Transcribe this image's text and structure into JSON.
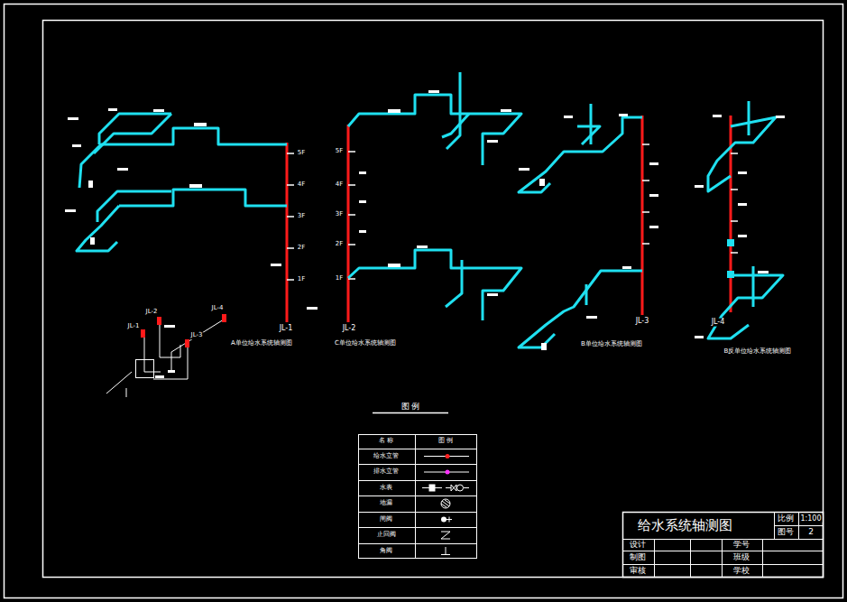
{
  "diagram": {
    "title": "给水系统轴测图",
    "labels": [
      "图 例",
      "名 称",
      "图 例",
      "比例",
      "1:100",
      "图号",
      "2",
      "设计",
      "制图",
      "审核",
      "学号",
      "班级",
      "学校",
      "A单位给水系统轴测图",
      "C单位给水系统轴测图",
      "B单位给水系统轴测图",
      "B反单位给水系统轴测图",
      "JL-1",
      "JL-2",
      "JL-3",
      "JL-4",
      "5F",
      "4F",
      "3F",
      "2F",
      "1F",
      "5F",
      "4F",
      "3F",
      "2F",
      "1F",
      "JL-1",
      "JL-2",
      "JL-3",
      "JL-4"
    ],
    "legend": [
      {
        "text": "给水立管"
      },
      {
        "text": "排水立管"
      },
      {
        "text": "水表"
      },
      {
        "text": "地漏"
      },
      {
        "text": "闸阀"
      },
      {
        "text": "止回阀"
      },
      {
        "text": "角阀"
      }
    ]
  }
}
